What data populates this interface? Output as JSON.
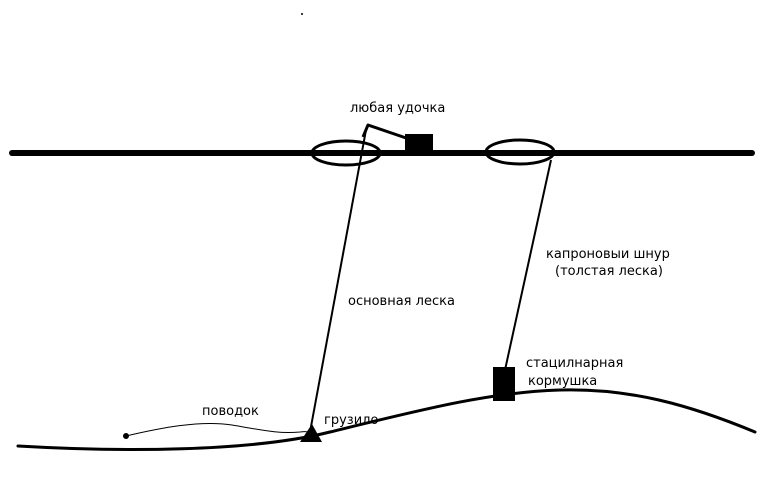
{
  "labels": {
    "rod": "любая удочка",
    "cord_line1": "капроновыи шнур",
    "cord_line2": "(толстая леска)",
    "main_line": "основная леска",
    "feeder_line1": "стацилнарная",
    "feeder_line2": "кормушка",
    "leader": "поводок",
    "sinker": "грузило"
  },
  "colors": {
    "ink": "#000000",
    "background": "#ffffff"
  }
}
